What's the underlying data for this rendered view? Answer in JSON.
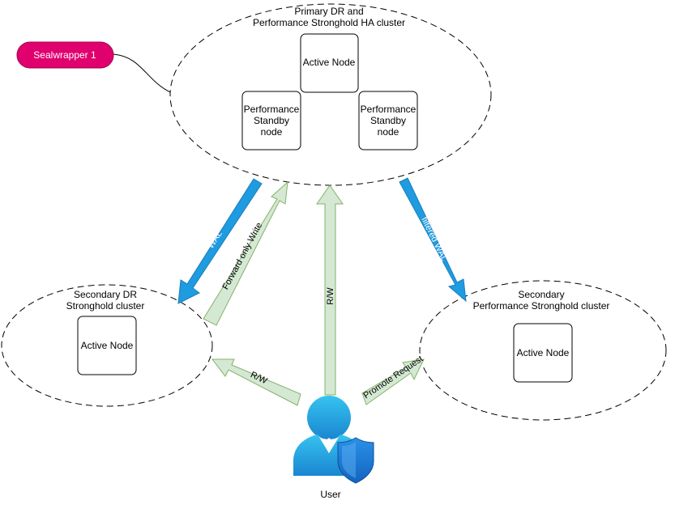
{
  "diagram": {
    "seal_label": "Sealwrapper 1",
    "primary_cluster": {
      "title_line1": "Primary DR and",
      "title_line2": "Performance Stronghold HA cluster",
      "active_node": "Active Node",
      "standby_left": [
        "Performance",
        "Standby",
        "node"
      ],
      "standby_right": [
        "Performance",
        "Standby",
        "node"
      ]
    },
    "secondary_dr": {
      "title_line1": "Secondary DR",
      "title_line2": "Stronghold cluster",
      "active_node": "Active Node"
    },
    "secondary_perf": {
      "title_line1": "Secondary",
      "title_line2": "Performance Stronghold cluster",
      "active_node": "Active Node"
    },
    "edges": {
      "wal": "WAL",
      "forward_only_write": "Forward only Write",
      "rw_center": "R/W",
      "filtered_wal": "filtered WAL",
      "rw_left": "R/W",
      "promote_request": "Promote Request"
    },
    "user_label": "User",
    "colors": {
      "seal_fill": "#e0006e",
      "blue_arrow": "#1f9be0",
      "green_arrow_fill": "#d5e8d4",
      "green_arrow_stroke": "#82b366",
      "user_blue": "#2aa7e0",
      "shield_blue": "#1e7fd6"
    }
  }
}
